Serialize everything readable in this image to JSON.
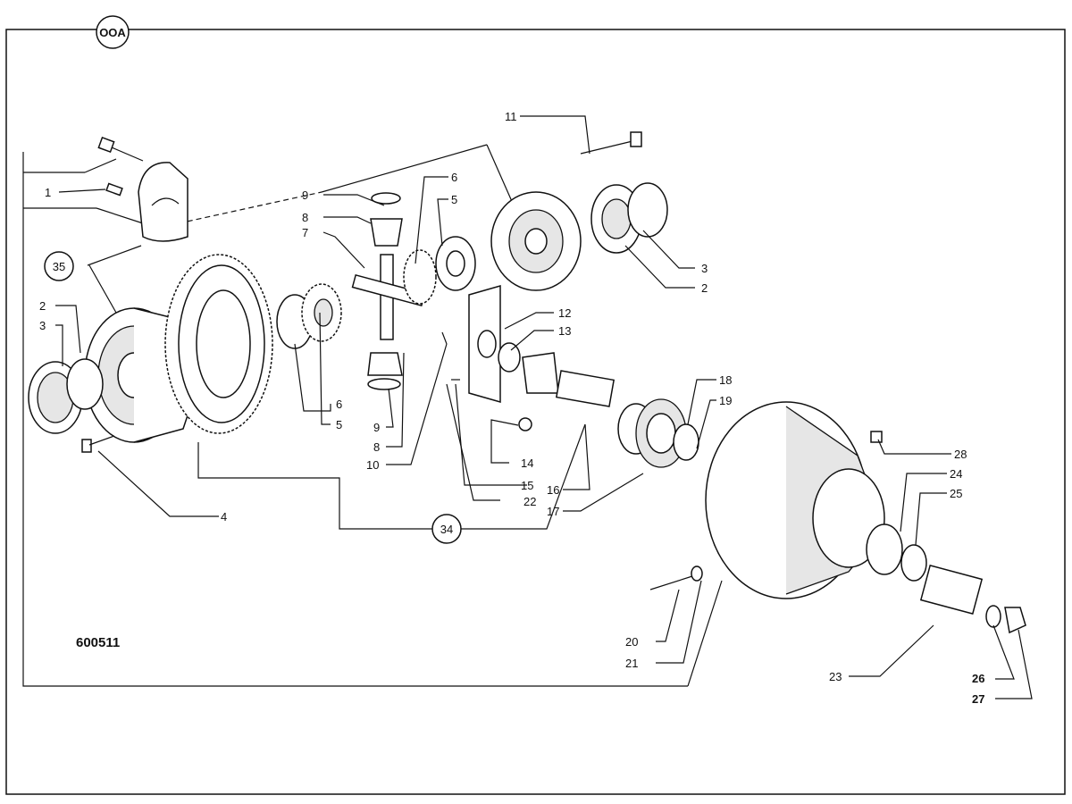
{
  "header": {
    "tag": "OOA"
  },
  "figure_code": "600511",
  "callouts": {
    "c1": "1",
    "c2a": "2",
    "c2b": "2",
    "c3a": "3",
    "c3b": "3",
    "c4": "4",
    "c5a": "5",
    "c5b": "5",
    "c6a": "6",
    "c6b": "6",
    "c7": "7",
    "c8a": "8",
    "c8b": "8",
    "c9a": "9",
    "c9b": "9",
    "c10": "10",
    "c11": "11",
    "c12": "12",
    "c13": "13",
    "c14": "14",
    "c15": "15",
    "c16": "16",
    "c17": "17",
    "c18": "18",
    "c19": "19",
    "c20": "20",
    "c21": "21",
    "c22": "22",
    "c23": "23",
    "c24": "24",
    "c25": "25",
    "c26": "26",
    "c27": "27",
    "c28": "28",
    "c34": "34",
    "c35": "35"
  }
}
